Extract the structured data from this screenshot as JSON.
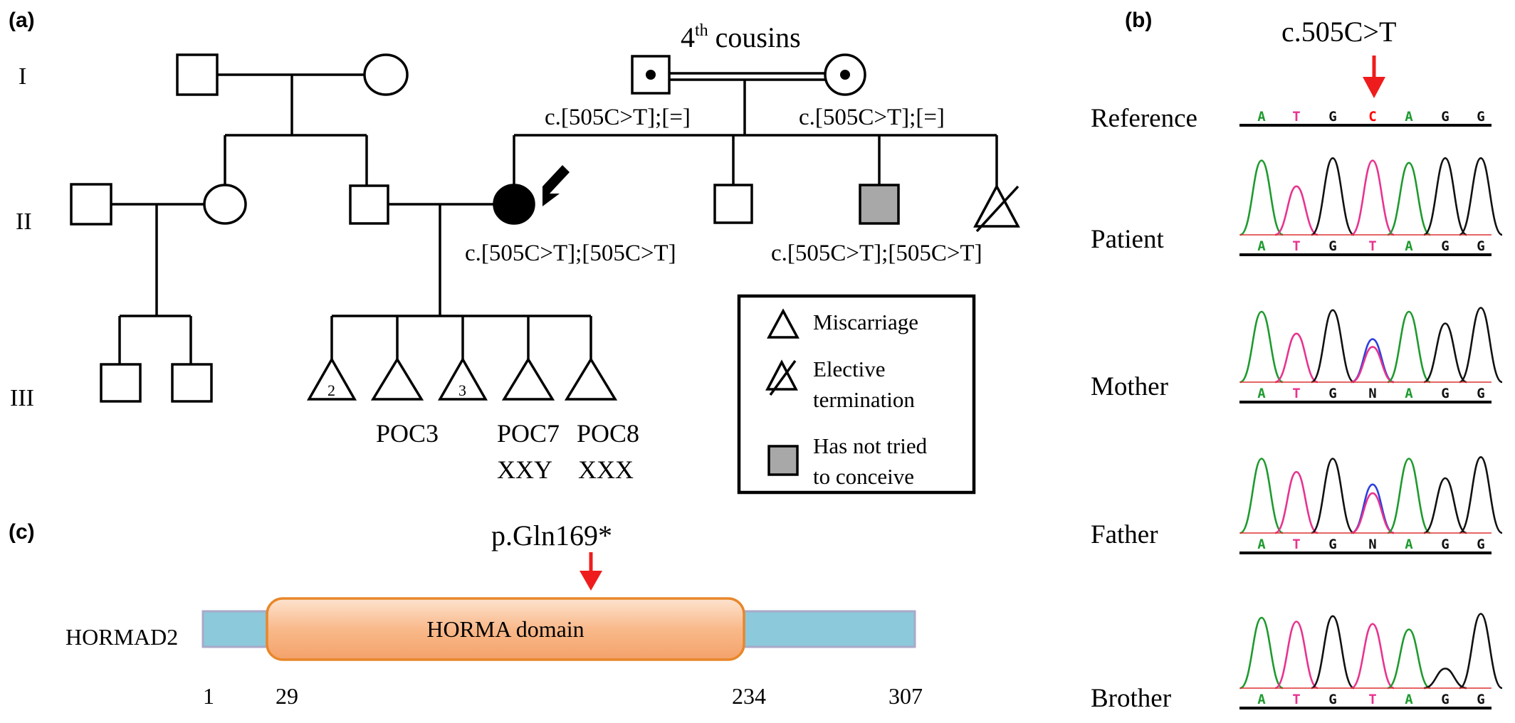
{
  "panels": {
    "a": "(a)",
    "b": "(b)",
    "c": "(c)"
  },
  "pedigree": {
    "generations": [
      "I",
      "II",
      "III"
    ],
    "cousins_label": "4",
    "cousins_sup": "th",
    "cousins_rest": " cousins",
    "father_genotype": "c.[505C>T];[=]",
    "mother_genotype": "c.[505C>T];[=]",
    "proband_genotype": "c.[505C>T];[505C>T]",
    "sibling_genotype": "c.[505C>T];[505C>T]",
    "miscarriage_counts": [
      "2",
      "3"
    ],
    "poc_labels": [
      "POC3",
      "POC7",
      "POC8"
    ],
    "karyotypes": [
      "XXY",
      "XXX"
    ],
    "legend": {
      "miscarriage": "Miscarriage",
      "elective_line1": "Elective",
      "elective_line2": "termination",
      "not_tried_line1": "Has not tried",
      "not_tried_line2": "to conceive"
    },
    "colors": {
      "affected": "#000000",
      "not_tried": "#a8a8a8"
    }
  },
  "sequencing": {
    "mutation": "c.505C>T",
    "rows": [
      {
        "label": "Reference",
        "bases": [
          "A",
          "T",
          "G",
          "C",
          "A",
          "G",
          "G"
        ]
      },
      {
        "label": "Patient",
        "bases": [
          "A",
          "T",
          "G",
          "T",
          "A",
          "G",
          "G"
        ]
      },
      {
        "label": "Mother",
        "bases": [
          "A",
          "T",
          "G",
          "N",
          "A",
          "G",
          "G"
        ]
      },
      {
        "label": "Father",
        "bases": [
          "A",
          "T",
          "G",
          "N",
          "A",
          "G",
          "G"
        ]
      },
      {
        "label": "Brother",
        "bases": [
          "A",
          "T",
          "G",
          "T",
          "A",
          "G",
          "G"
        ]
      }
    ],
    "colors": {
      "A": "#1e9a2e",
      "T": "#e8338f",
      "G": "#111111",
      "C": "#2d3fdd",
      "N": "#111111",
      "highlight": "#ff0000"
    }
  },
  "protein": {
    "mutation": "p.Gln169*",
    "name": "HORMAD2",
    "domain": "HORMA domain",
    "positions": [
      "1",
      "29",
      "234",
      "307"
    ],
    "colors": {
      "backbone": "#8cc9da",
      "domain": "#f9b98a",
      "domain_border": "#e8872a",
      "arrow": "#ee1c1c"
    }
  }
}
